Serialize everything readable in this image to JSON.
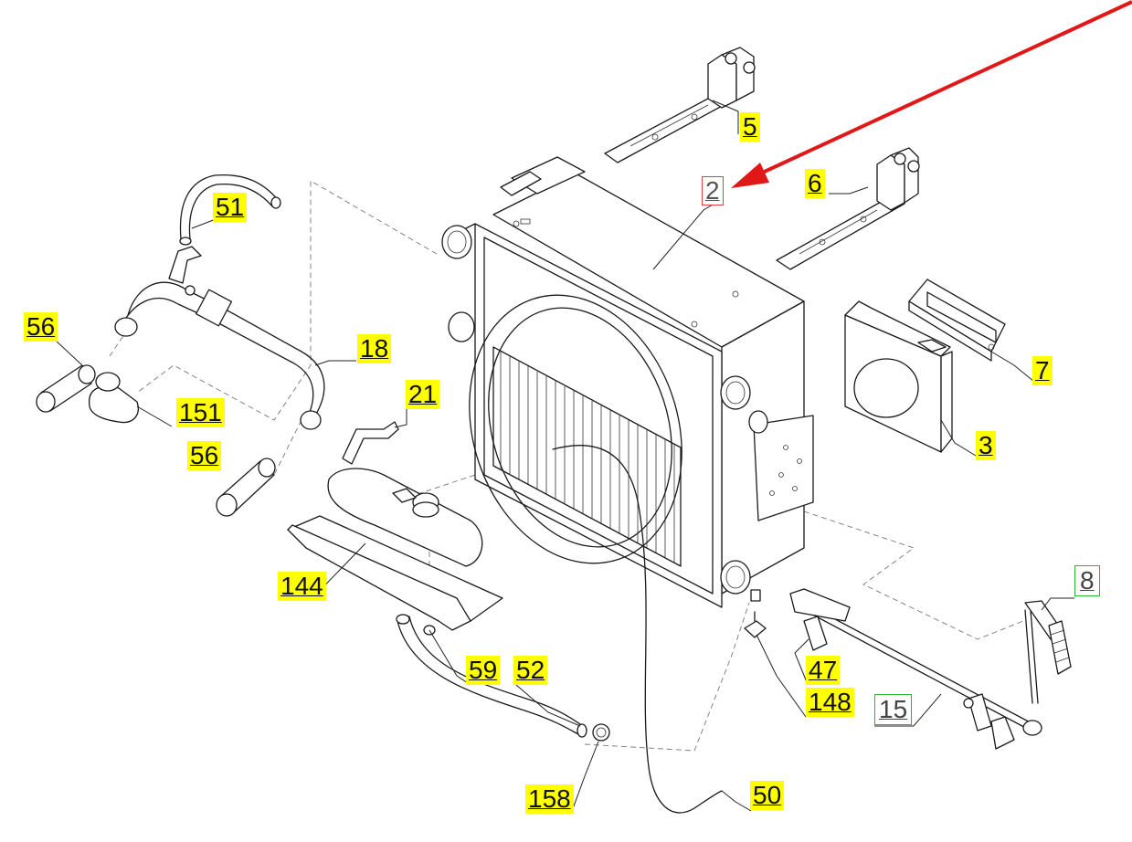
{
  "diagram": {
    "callouts": [
      {
        "id": "c5",
        "label": "5",
        "style": "highlight"
      },
      {
        "id": "c2",
        "label": "2",
        "style": "red-box"
      },
      {
        "id": "c6",
        "label": "6",
        "style": "highlight"
      },
      {
        "id": "c51",
        "label": "51",
        "style": "highlight"
      },
      {
        "id": "c56a",
        "label": "56",
        "style": "highlight"
      },
      {
        "id": "c18",
        "label": "18",
        "style": "highlight"
      },
      {
        "id": "c7",
        "label": "7",
        "style": "highlight"
      },
      {
        "id": "c21",
        "label": "21",
        "style": "highlight"
      },
      {
        "id": "c151",
        "label": "151",
        "style": "highlight"
      },
      {
        "id": "c3",
        "label": "3",
        "style": "highlight"
      },
      {
        "id": "c56b",
        "label": "56",
        "style": "highlight"
      },
      {
        "id": "c8",
        "label": "8",
        "style": "green-box"
      },
      {
        "id": "c144",
        "label": "144",
        "style": "highlight"
      },
      {
        "id": "c47",
        "label": "47",
        "style": "highlight"
      },
      {
        "id": "c59",
        "label": "59",
        "style": "highlight"
      },
      {
        "id": "c52",
        "label": "52",
        "style": "highlight"
      },
      {
        "id": "c148",
        "label": "148",
        "style": "highlight"
      },
      {
        "id": "c15",
        "label": "15",
        "style": "green-box"
      },
      {
        "id": "c158",
        "label": "158",
        "style": "highlight"
      },
      {
        "id": "c50",
        "label": "50",
        "style": "highlight"
      }
    ],
    "colors": {
      "highlight": "#ffff00",
      "arrow": "#e01818",
      "red_box": "#e04040",
      "green_box": "#2fb52f",
      "line": "#1a1a1a"
    },
    "icons": [
      "pointer-arrow-icon"
    ]
  }
}
